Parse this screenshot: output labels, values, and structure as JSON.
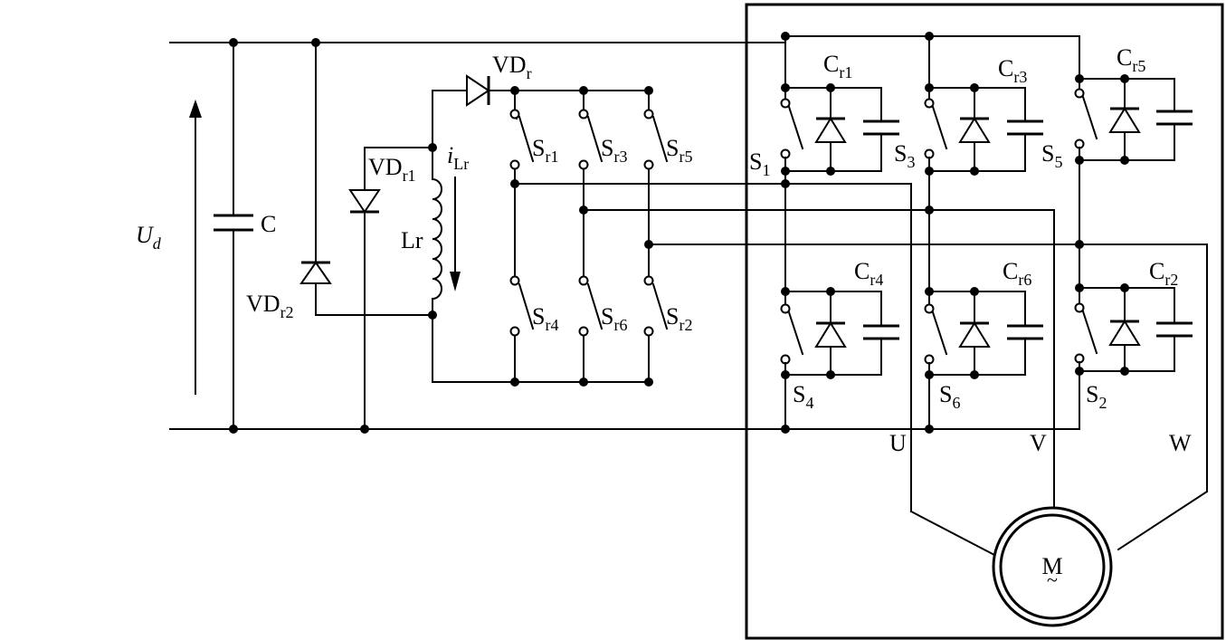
{
  "diagram": {
    "dc_link": {
      "voltage_label": "U",
      "voltage_sub": "d",
      "capacitor_label": "C"
    },
    "aux_circuit": {
      "vdr": {
        "main": "VD",
        "sub": "r"
      },
      "vdr1": {
        "main": "VD",
        "sub": "r1"
      },
      "vdr2": {
        "main": "VD",
        "sub": "r2"
      },
      "current": {
        "main": "i",
        "sub": "Lr"
      },
      "inductor": "Lr",
      "switches": [
        {
          "main": "S",
          "sub": "r1"
        },
        {
          "main": "S",
          "sub": "r3"
        },
        {
          "main": "S",
          "sub": "r5"
        },
        {
          "main": "S",
          "sub": "r4"
        },
        {
          "main": "S",
          "sub": "r6"
        },
        {
          "main": "S",
          "sub": "r2"
        }
      ]
    },
    "inverter": {
      "switches": [
        {
          "main": "S",
          "sub": "1"
        },
        {
          "main": "S",
          "sub": "3"
        },
        {
          "main": "S",
          "sub": "5"
        },
        {
          "main": "S",
          "sub": "4"
        },
        {
          "main": "S",
          "sub": "6"
        },
        {
          "main": "S",
          "sub": "2"
        }
      ],
      "snubbers": [
        {
          "main": "C",
          "sub": "r1"
        },
        {
          "main": "C",
          "sub": "r3"
        },
        {
          "main": "C",
          "sub": "r5"
        },
        {
          "main": "C",
          "sub": "r4"
        },
        {
          "main": "C",
          "sub": "r6"
        },
        {
          "main": "C",
          "sub": "r2"
        }
      ],
      "phases": [
        "U",
        "V",
        "W"
      ]
    },
    "motor": {
      "label": "M",
      "symbol": "~"
    }
  }
}
